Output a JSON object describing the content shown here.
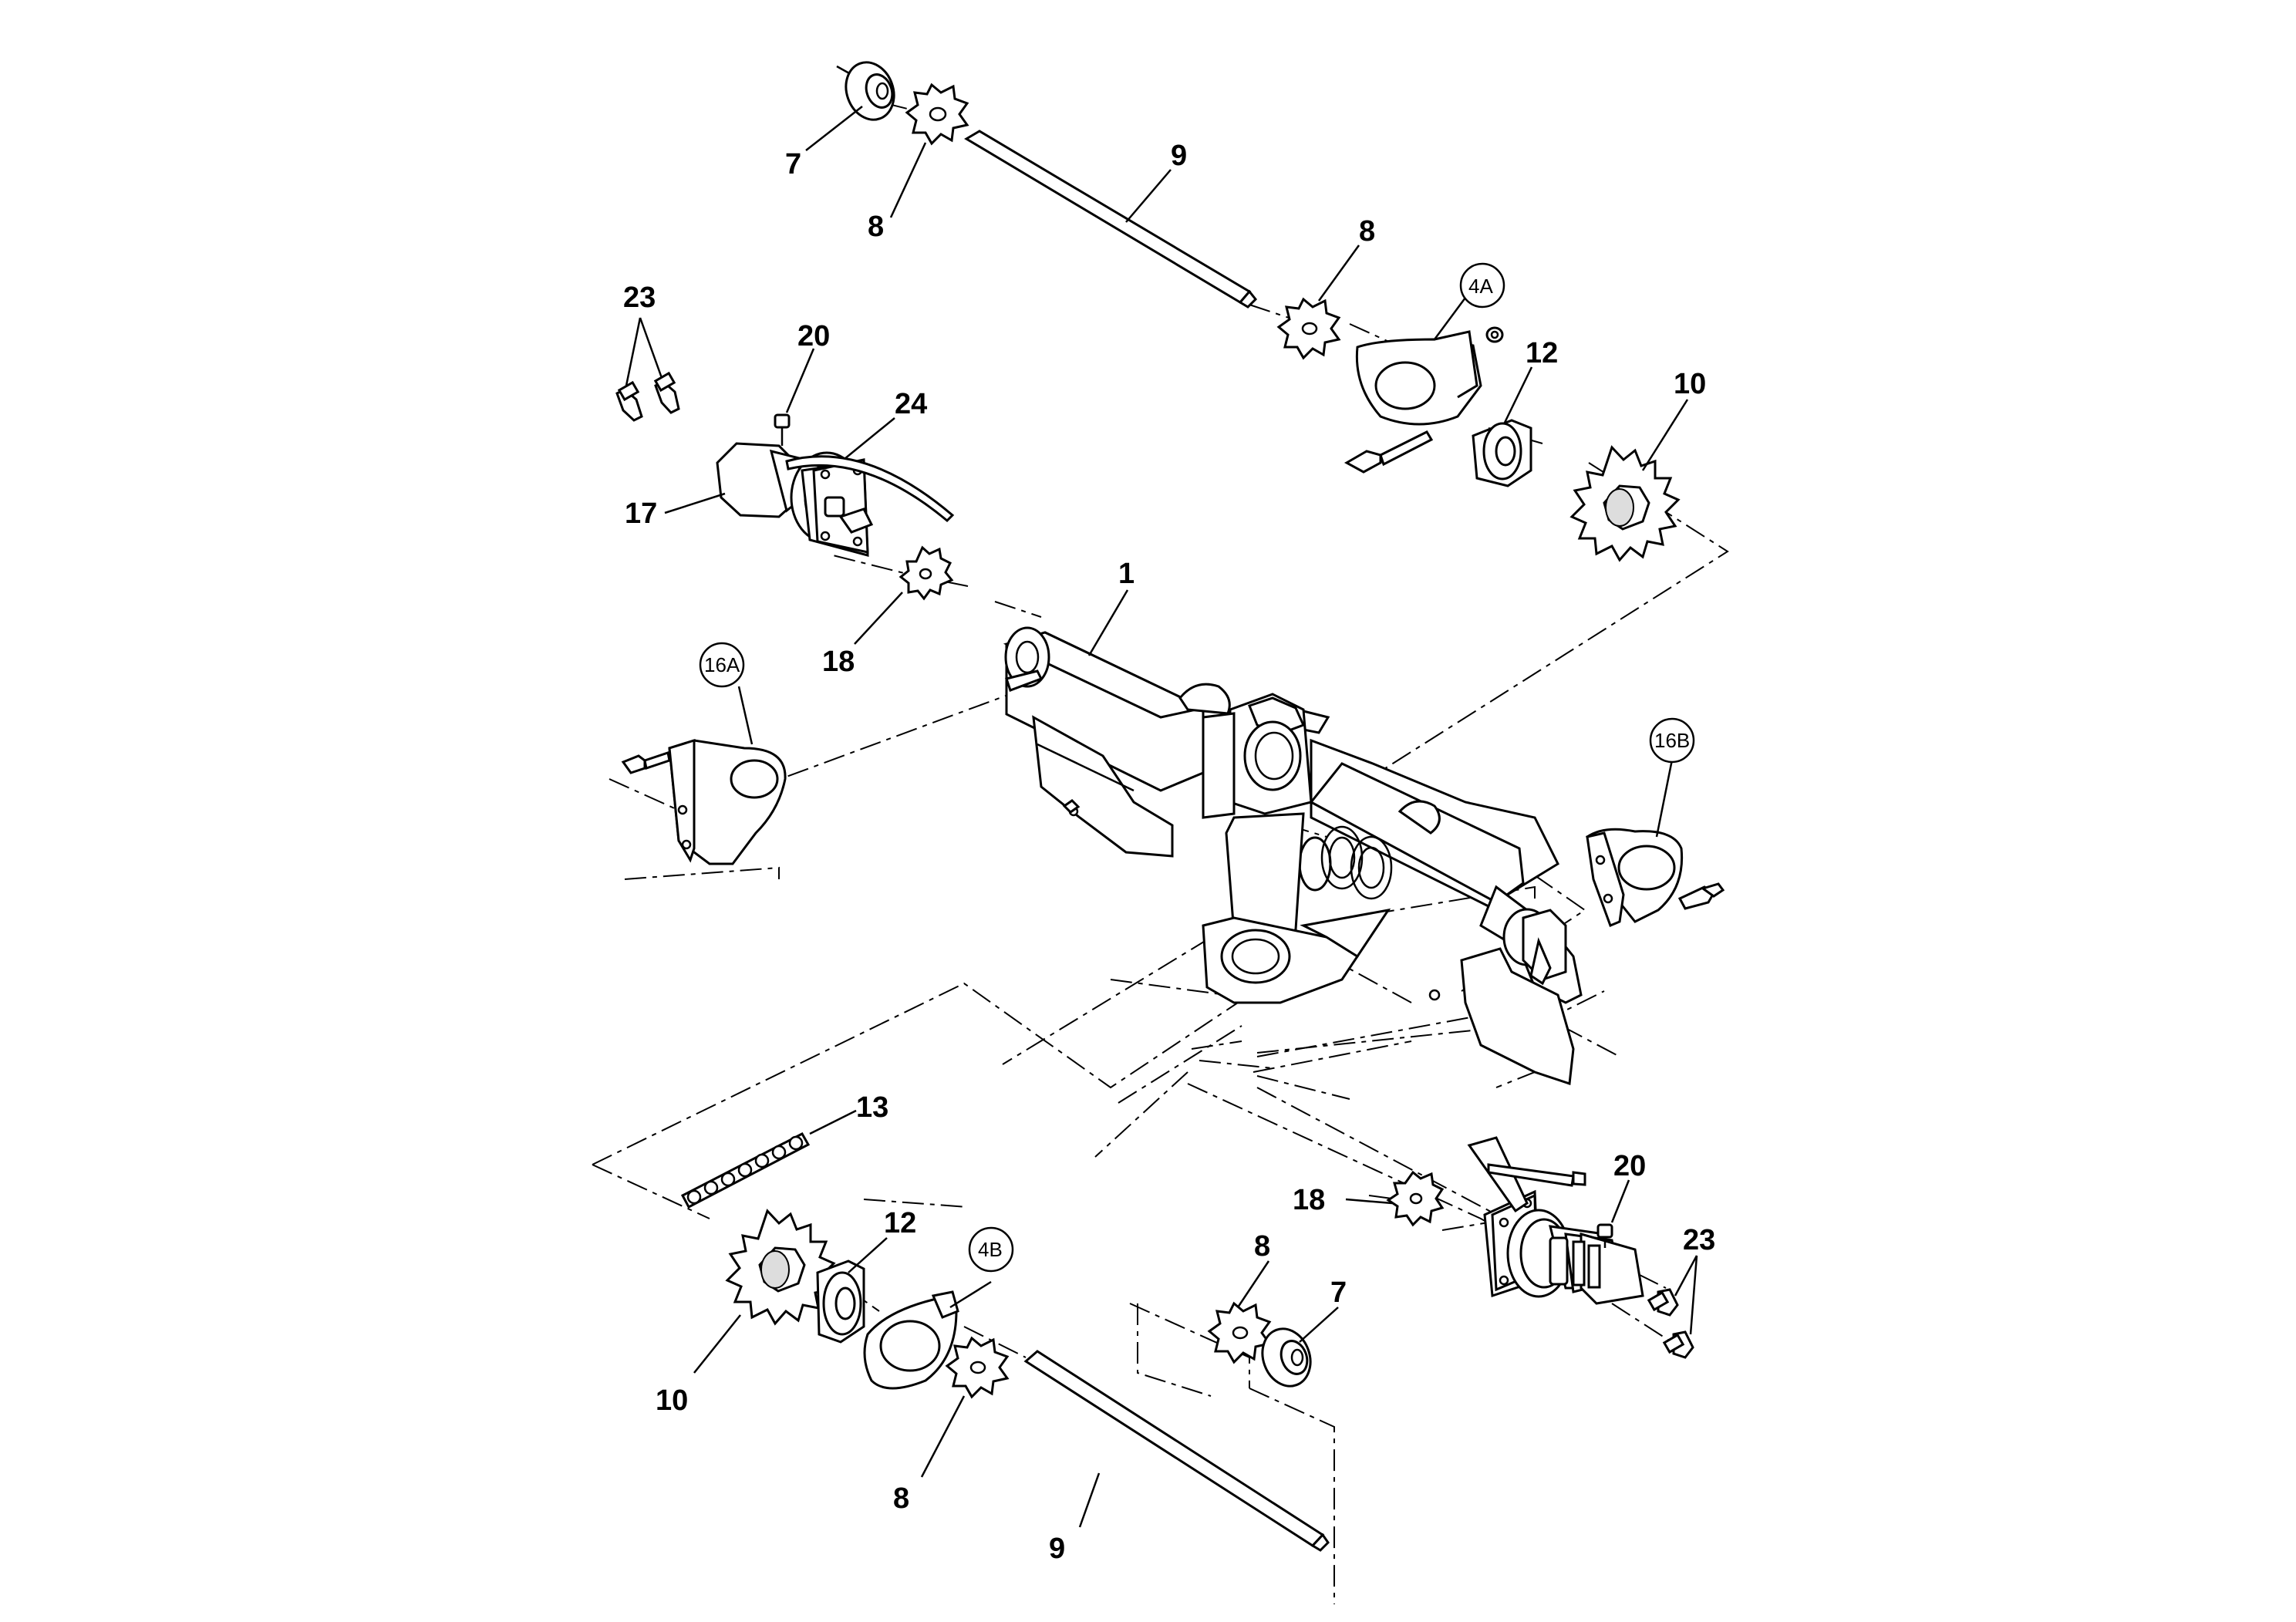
{
  "callouts": [
    {
      "id": "c7a",
      "text": "7"
    },
    {
      "id": "c8a",
      "text": "8"
    },
    {
      "id": "c9a",
      "text": "9"
    },
    {
      "id": "c8b",
      "text": "8"
    },
    {
      "id": "c4a",
      "text": "4A"
    },
    {
      "id": "c12a",
      "text": "12"
    },
    {
      "id": "c10a",
      "text": "10"
    },
    {
      "id": "c23a",
      "text": "23"
    },
    {
      "id": "c20a",
      "text": "20"
    },
    {
      "id": "c24",
      "text": "24"
    },
    {
      "id": "c17",
      "text": "17"
    },
    {
      "id": "c18a",
      "text": "18"
    },
    {
      "id": "c1",
      "text": "1"
    },
    {
      "id": "c16a",
      "text": "16A"
    },
    {
      "id": "c16b",
      "text": "16B"
    },
    {
      "id": "c13",
      "text": "13"
    },
    {
      "id": "c12b",
      "text": "12"
    },
    {
      "id": "c4b",
      "text": "4B"
    },
    {
      "id": "c10b",
      "text": "10"
    },
    {
      "id": "c8c",
      "text": "8"
    },
    {
      "id": "c9b",
      "text": "9"
    },
    {
      "id": "c8d",
      "text": "8"
    },
    {
      "id": "c7b",
      "text": "7"
    },
    {
      "id": "c18b",
      "text": "18"
    },
    {
      "id": "c20b",
      "text": "20"
    },
    {
      "id": "c23b",
      "text": "23"
    }
  ]
}
